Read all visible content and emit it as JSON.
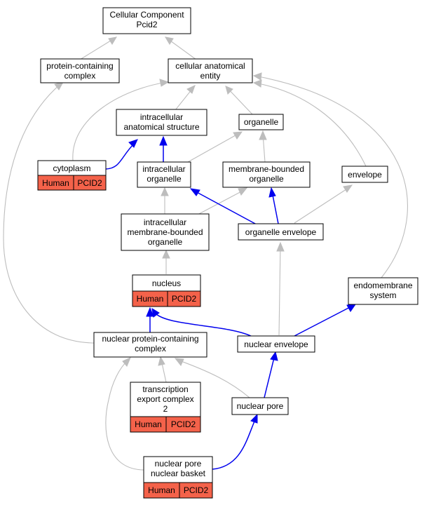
{
  "diagram": {
    "nodes": {
      "root": [
        "Cellular Component",
        "Pcid2"
      ],
      "pcc": [
        "protein-containing",
        "complex"
      ],
      "cae": [
        "cellular anatomical",
        "entity"
      ],
      "ias": [
        "intracellular",
        "anatomical structure"
      ],
      "org": [
        "organelle"
      ],
      "cyto": [
        "cytoplasm"
      ],
      "io": [
        "intracellular",
        "organelle"
      ],
      "mbo": [
        "membrane-bounded",
        "organelle"
      ],
      "env": [
        "envelope"
      ],
      "imbo": [
        "intracellular",
        "membrane-bounded",
        "organelle"
      ],
      "oe": [
        "organelle envelope"
      ],
      "nuc": [
        "nucleus"
      ],
      "es": [
        "endomembrane",
        "system"
      ],
      "npcc": [
        "nuclear protein-containing",
        "complex"
      ],
      "ne": [
        "nuclear envelope"
      ],
      "tec": [
        "transcription",
        "export complex",
        "2"
      ],
      "np": [
        "nuclear pore"
      ],
      "npnb": [
        "nuclear pore",
        "nuclear basket"
      ]
    },
    "badges": {
      "species": "Human",
      "gene": "PCID2"
    },
    "colors": {
      "badge_fill": "#f4624a",
      "edge_is_a": "#bdbdbd",
      "edge_part_of": "#0000ee"
    }
  }
}
